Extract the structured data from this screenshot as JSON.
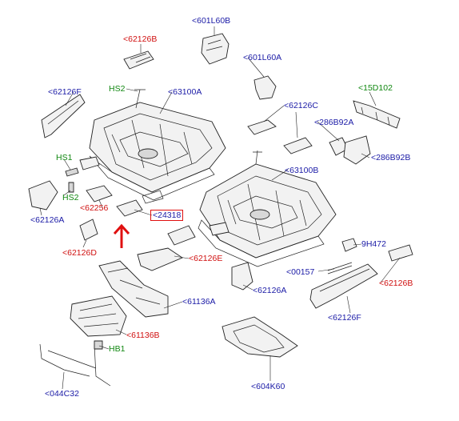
{
  "callouts": {
    "c601L60B": "<601L60B",
    "c62126B_top": "<62126B",
    "c601L60A": "<601L60A",
    "cHS2_top": "HS2",
    "c63100A": "<63100A",
    "c15D102": "<15D102",
    "c62126F_left": "<62126F",
    "c62126C": "<62126C",
    "c286B92A": "<286B92A",
    "c286B92B": "<286B92B",
    "cHS1": "HS1",
    "c63100B": "<63100B",
    "cHS2_left": "HS2",
    "c62256": "<62256",
    "c24318": "<24318",
    "c62126A_left": "<62126A",
    "c62126D": "<62126D",
    "c9H472": "9H472",
    "c62126E": "<62126E",
    "c00157": "<00157",
    "c62126B_right": "<62126B",
    "c62126A_mid": "<62126A",
    "c61136A": "<61136A",
    "c62126F_right": "<62126F",
    "c61136B": "<61136B",
    "cHB1": "HB1",
    "c604K60": "<604K60",
    "c044C32": "<044C32"
  },
  "colors": {
    "part_number": "#1a1aa6",
    "highlighted_part": "#d01010",
    "hardware": "#118811",
    "highlight_frame": "#e01010",
    "arrow": "#e01010"
  },
  "icons": {
    "arrow": "red-up-arrow-icon"
  }
}
